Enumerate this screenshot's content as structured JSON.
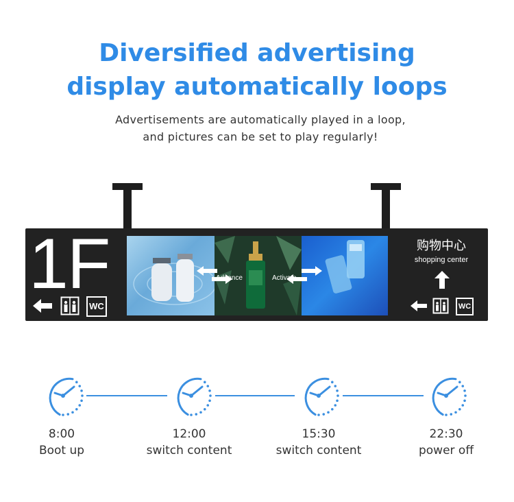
{
  "header": {
    "title_line1": "Diversified advertising",
    "title_line2": "display automatically loops",
    "subtitle_line1": "Advertisements are automatically played in a loop,",
    "subtitle_line2": "and pictures can be set to play regularly!"
  },
  "sign": {
    "floor": "1F",
    "right_title": "购物中心",
    "right_subtitle": "shopping center",
    "wc_label": "WC",
    "panel_text_left": "Advance",
    "panel_text_right": "Activate"
  },
  "schedule": [
    {
      "time": "8:00",
      "action": "Boot up"
    },
    {
      "time": "12:00",
      "action": "switch content"
    },
    {
      "time": "15:30",
      "action": "switch content"
    },
    {
      "time": "22:30",
      "action": "power off"
    }
  ],
  "colors": {
    "accent": "#2f8be6",
    "board": "#222222",
    "text": "#333333"
  }
}
